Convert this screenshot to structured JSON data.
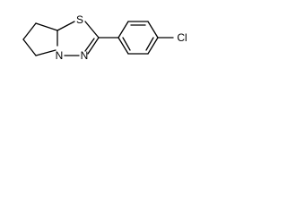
{
  "molecule": {
    "atoms": {
      "sulfur": "S",
      "nitrogen_bridge": "N",
      "nitrogen_ring": "N",
      "chlorine": "Cl"
    }
  }
}
